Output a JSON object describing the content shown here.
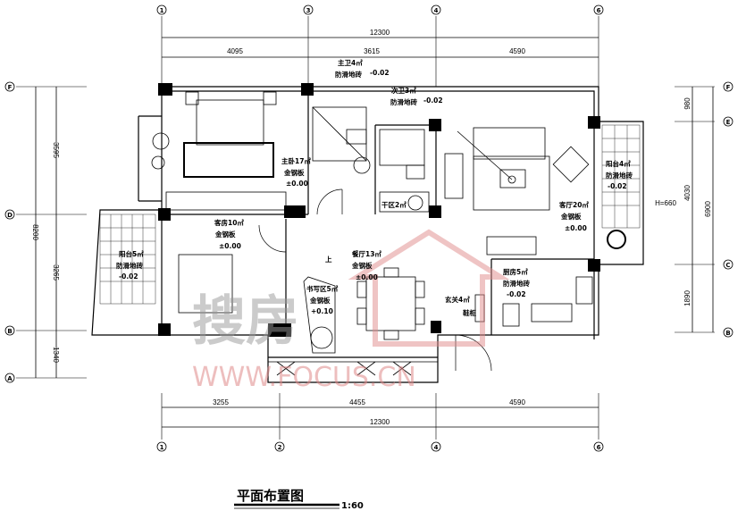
{
  "drawing": {
    "title": "平面布置图",
    "scale": "1:60"
  },
  "axes": {
    "top": [
      "1",
      "3",
      "4",
      "6"
    ],
    "bottom": [
      "1",
      "2",
      "4",
      "6"
    ],
    "left": [
      "F",
      "D",
      "B",
      "A"
    ],
    "right": [
      "F",
      "E",
      "C",
      "B"
    ]
  },
  "dimensions": {
    "top_total": "12300",
    "top_segments": [
      "4095",
      "3615",
      "4590"
    ],
    "bottom_total": "12300",
    "bottom_segments": [
      "3255",
      "4455",
      "4590"
    ],
    "left_total": "8200",
    "left_segments": [
      "3595",
      "3265",
      "1340"
    ],
    "right_total": "6900",
    "right_segments": [
      "980",
      "4030",
      "1890"
    ],
    "railing_height": "H=660"
  },
  "rooms": {
    "master_bath": {
      "name": "主卫4㎡",
      "floor": "防滑地砖",
      "level": "-0.02"
    },
    "second_bath": {
      "name": "次卫3㎡",
      "floor": "防滑地砖",
      "level": "-0.02"
    },
    "master_bedroom": {
      "name": "主卧17㎡",
      "floor": "金钢板",
      "level": "±0.00"
    },
    "guest_room": {
      "name": "客房10㎡",
      "floor": "金钢板",
      "level": "±0.00"
    },
    "living_room": {
      "name": "客厅20㎡",
      "floor": "金钢板",
      "level": "±0.00"
    },
    "balcony_right": {
      "name": "阳台4㎡",
      "floor": "防滑地砖",
      "level": "-0.02"
    },
    "balcony_left": {
      "name": "阳台5㎡",
      "floor": "防滑地砖",
      "level": "-0.02"
    },
    "dining_room": {
      "name": "餐厅13㎡",
      "floor": "金钢板",
      "level": "±0.00"
    },
    "study": {
      "name": "书写区5㎡",
      "floor": "金钢板",
      "level": "+0.10"
    },
    "entrance": {
      "name": "玄关4㎡"
    },
    "shoe_cabinet": {
      "name": "鞋柜"
    },
    "kitchen": {
      "name": "厨房5㎡",
      "floor": "防滑地砖",
      "level": "-0.02"
    },
    "dry_area": {
      "name": "干区2㎡"
    },
    "stair_up": {
      "name": "上"
    }
  },
  "watermark": {
    "brand": "搜房",
    "url": "WWW.FOCUS.CN"
  }
}
